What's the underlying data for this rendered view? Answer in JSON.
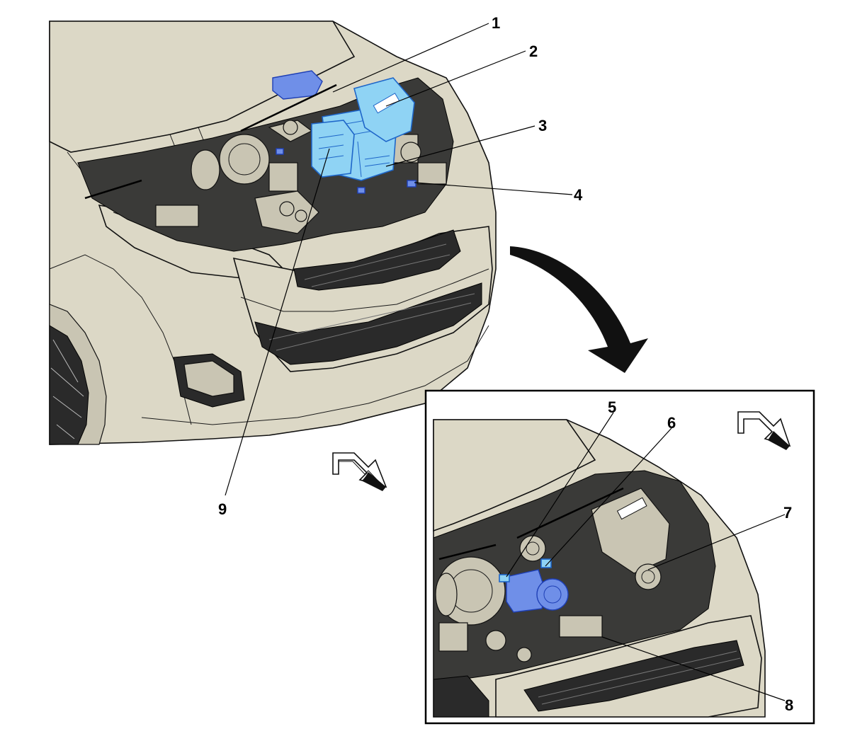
{
  "figure": {
    "callouts_main": [
      "1",
      "2",
      "3",
      "4",
      "9"
    ],
    "callouts_inset": [
      "5",
      "6",
      "7",
      "8"
    ]
  },
  "colors": {
    "body_fill": "#dcd8c6",
    "highlight_light": "#8fd3f4",
    "highlight_blue": "#6f8fe8",
    "outline": "#111111"
  },
  "icons": {
    "direction_arrow": "front-direction-arrow-icon",
    "curved_arrow": "zoom-curved-arrow-icon",
    "fuse_label": "fuse-relay-label-icon"
  }
}
